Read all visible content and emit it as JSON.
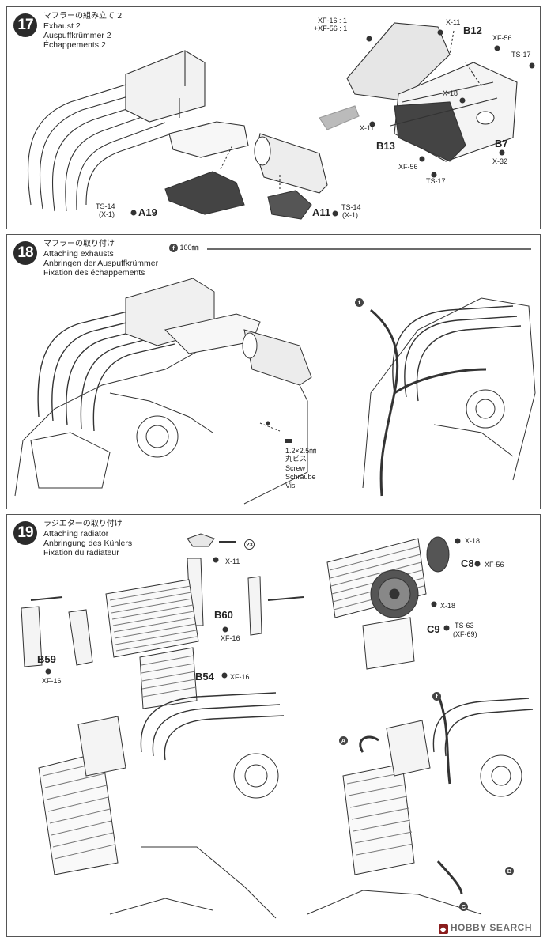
{
  "step17": {
    "number": "17",
    "title_jp": "マフラーの組み立て 2",
    "title_en": "Exhaust 2",
    "title_de": "Auspuffkrümmer 2",
    "title_fr": "Échappements 2",
    "parts": {
      "xf16_mix_a": "XF-16 : 1",
      "xf16_mix_b": "+XF-56 : 1",
      "x11_top": "X-11",
      "b12": "B12",
      "xf56_top": "XF-56",
      "ts17_right": "TS-17",
      "x18": "X-18",
      "x11_mid": "X-11",
      "b13": "B13",
      "b7": "B7",
      "x32": "X-32",
      "xf56_bottom": "XF-56",
      "ts17_bottom": "TS-17",
      "ts14_left": "TS-14",
      "x1_left": "(X-1)",
      "a19": "A19",
      "a11": "A11",
      "ts14_right": "TS-14",
      "x1_right": "(X-1)"
    }
  },
  "step18": {
    "number": "18",
    "title_jp": "マフラーの取り付け",
    "title_en": "Attaching exhausts",
    "title_de": "Anbringen der Auspuffkrümmer",
    "title_fr": "Fixation des échappements",
    "tube_marker": "f",
    "tube_length": "100㎜",
    "screw_size": "1.2×2.5㎜",
    "screw_jp": "丸ビス",
    "screw_en": "Screw",
    "screw_de": "Schraube",
    "screw_fr": "Vis",
    "marker_f": "f"
  },
  "step19": {
    "number": "19",
    "title_jp": "ラジエターの取り付け",
    "title_en": "Attaching radiator",
    "title_de": "Anbringung des Kühlers",
    "title_fr": "Fixation du radiateur",
    "ref_step": "23",
    "parts": {
      "x11": "X-11",
      "b60": "B60",
      "xf16_b60": "XF-16",
      "b59": "B59",
      "xf16_b59": "XF-16",
      "b54": "B54",
      "xf16_b54": "XF-16",
      "x18_top": "X-18",
      "c8": "C8",
      "xf56_c8": "XF-56",
      "x18_mid": "X-18",
      "c9": "C9",
      "ts63": "TS-63",
      "xf69": "(XF-69)"
    },
    "markers": {
      "a": "A",
      "f": "f",
      "b": "B",
      "c": "C"
    }
  },
  "watermark": {
    "icon": "hobby-search-logo-icon",
    "text": "HOBBY SEARCH"
  }
}
